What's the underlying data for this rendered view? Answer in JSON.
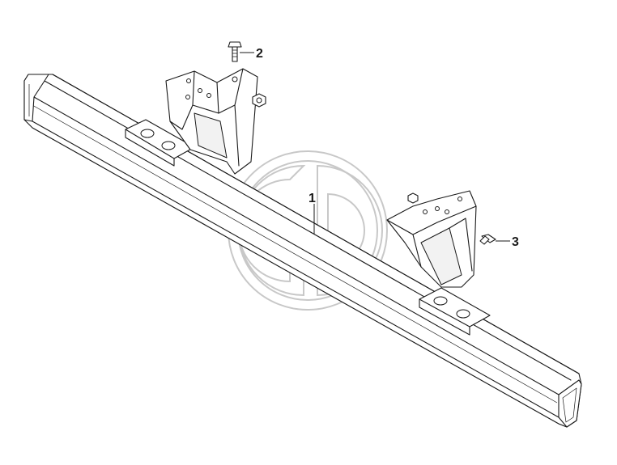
{
  "callouts": [
    {
      "id": "part-1",
      "label": "1"
    },
    {
      "id": "part-2",
      "label": "2"
    },
    {
      "id": "part-3",
      "label": "3"
    }
  ],
  "colors": {
    "line": "#1a1a1a",
    "watermark": "#c8c8c8",
    "background": "#ffffff"
  }
}
